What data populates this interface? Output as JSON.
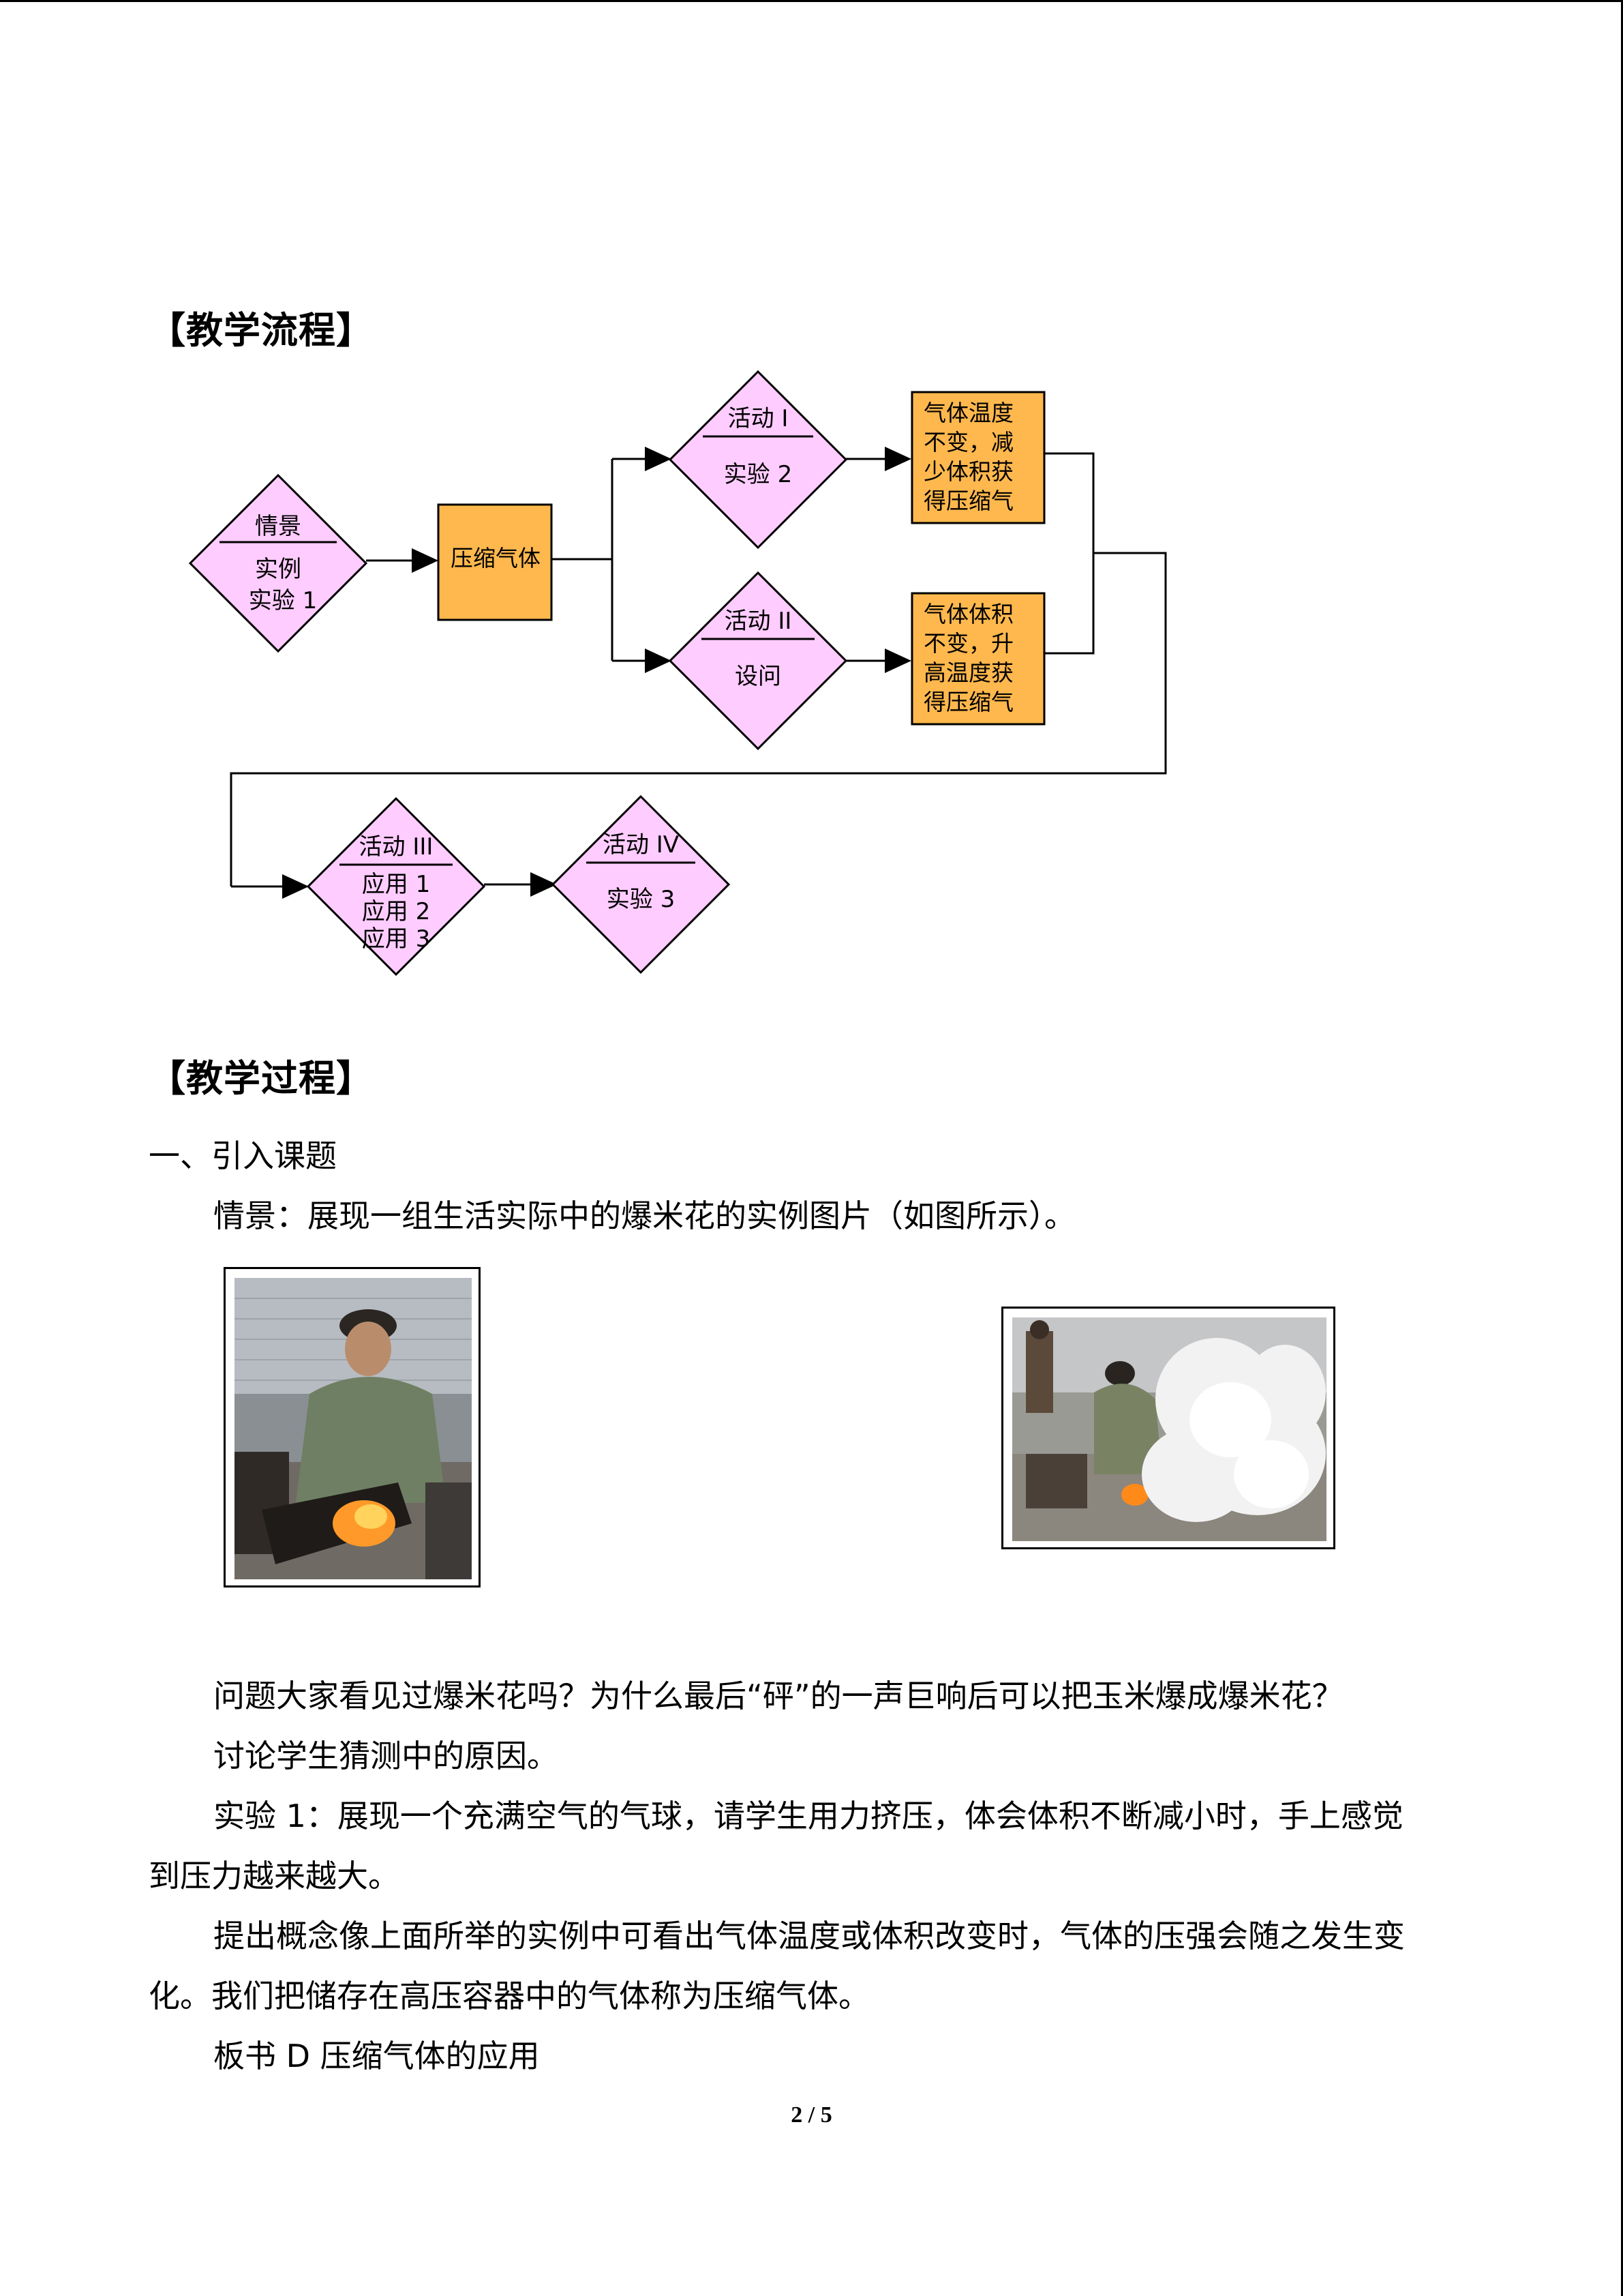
{
  "headings": {
    "flow": "【教学流程】",
    "process": "【教学过程】"
  },
  "flowchart": {
    "scene": {
      "top": "情景",
      "bottom1": "实例",
      "bottom2": "实验 1"
    },
    "compress": "压缩气体",
    "activity1": {
      "top": "活动 I",
      "bottom": "实验 2"
    },
    "activity2": {
      "top": "活动 II",
      "bottom": "设问"
    },
    "result1": [
      "气体温度",
      "不变，减",
      "少体积获",
      "得压缩气"
    ],
    "result2": [
      "气体体积",
      "不变，升",
      "高温度获",
      "得压缩气"
    ],
    "activity3": {
      "top": "活动 III",
      "lines": [
        "应用 1",
        "应用 2",
        "应用 3"
      ]
    },
    "activity4": {
      "top": "活动 IV",
      "bottom": "实验 3"
    },
    "colors": {
      "diamond": "#ffccff",
      "box": "#ffb84d",
      "line": "#000000"
    }
  },
  "body": {
    "section1": "一、引入课题",
    "scene": "情景：展现一组生活实际中的爆米花的实例图片（如图所示）。",
    "question": "问题大家看见过爆米花吗？为什么最后“砰”的一声巨响后可以把玉米爆成爆米花？",
    "discuss": "讨论学生猜测中的原因。",
    "exp1_line1": "实验 1：展现一个充满空气的气球，请学生用力挤压，体会体积不断减小时，手上感觉",
    "exp1_line2": "到压力越来越大。",
    "concept_line1": "提出概念像上面所举的实例中可看出气体温度或体积改变时，气体的压强会随之发生变",
    "concept_line2": "化。我们把储存在高压容器中的气体称为压缩气体。",
    "board": "板书 D 压缩气体的应用"
  },
  "page_number": "2 / 5"
}
